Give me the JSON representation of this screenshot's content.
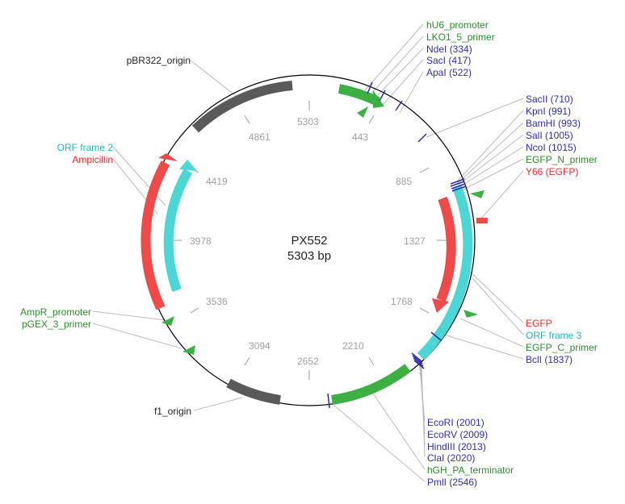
{
  "plasmid": {
    "name": "PX552",
    "length_label": "5303 bp",
    "length": 5303
  },
  "colors": {
    "enzyme": "#2e2ea8",
    "primer": "#2e8b2e",
    "feature_red": "#ee2a2a",
    "orf": "#1fb8b8",
    "origin": "#555555",
    "promoter_green": "#3cb043",
    "backbone": "#000000",
    "leader": "#bbbbbb"
  },
  "ticks": [
    "5303",
    "443",
    "885",
    "1327",
    "1768",
    "2210",
    "2652",
    "3094",
    "3536",
    "3978",
    "4419",
    "4861"
  ],
  "labels_top_right": [
    {
      "text": "hU6_promoter",
      "kind": "primer"
    },
    {
      "text": "LKO1_5_primer",
      "kind": "primer"
    },
    {
      "text": "NdeI (334)",
      "kind": "enzyme"
    },
    {
      "text": "SacI (417)",
      "kind": "enzyme"
    },
    {
      "text": "ApaI (522)",
      "kind": "enzyme"
    }
  ],
  "labels_right_upper": [
    {
      "text": "SacII (710)",
      "kind": "enzyme"
    },
    {
      "text": "KpnI (991)",
      "kind": "enzyme"
    },
    {
      "text": "BamHI (993)",
      "kind": "enzyme"
    },
    {
      "text": "SalI (1005)",
      "kind": "enzyme"
    },
    {
      "text": "NcoI (1015)",
      "kind": "enzyme"
    },
    {
      "text": "EGFP_N_primer",
      "kind": "primer"
    },
    {
      "text": "Y66 (EGFP)",
      "kind": "feature_red"
    }
  ],
  "labels_right_lower": [
    {
      "text": "EGFP",
      "kind": "feature_red"
    },
    {
      "text": "ORF frame 3",
      "kind": "orf"
    },
    {
      "text": "EGFP_C_primer",
      "kind": "primer"
    },
    {
      "text": "BclI (1837)",
      "kind": "enzyme"
    }
  ],
  "labels_bottom": [
    {
      "text": "EcoRI (2001)",
      "kind": "enzyme"
    },
    {
      "text": "EcoRV (2009)",
      "kind": "enzyme"
    },
    {
      "text": "HindIII (2013)",
      "kind": "enzyme"
    },
    {
      "text": "ClaI (2020)",
      "kind": "enzyme"
    },
    {
      "text": "hGH_PA_terminator",
      "kind": "primer"
    },
    {
      "text": "PmlI (2546)",
      "kind": "enzyme"
    }
  ],
  "labels_left": [
    {
      "text": "pBR322_origin",
      "kind": "origin"
    },
    {
      "text": "ORF frame 2",
      "kind": "orf"
    },
    {
      "text": "Ampicillin",
      "kind": "feature_red"
    },
    {
      "text": "AmpR_promoter",
      "kind": "primer"
    },
    {
      "text": "pGEX_3_primer",
      "kind": "primer"
    },
    {
      "text": "f1_origin",
      "kind": "origin"
    }
  ]
}
